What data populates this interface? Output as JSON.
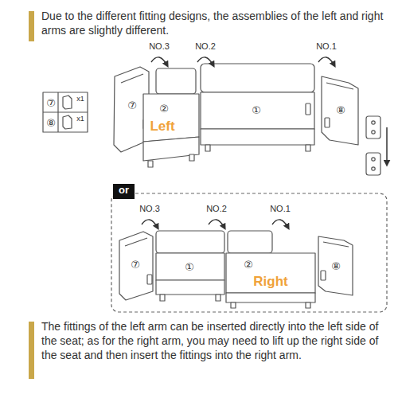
{
  "diagram": {
    "title": "Due to the different fitting designs, the assemblies of the left and right arms are slightly different.",
    "caption": "The fittings of the left arm can be inserted directly into the left side of the seat; as for the right arm, you may need to lift up the right side of the seat and then insert the fittings into the right arm.",
    "nodes": [
      {
        "text": [
          "or"
        ]
      }
    ],
    "labels": [
      "NO.3",
      "NO.2",
      "NO.1",
      "⑦",
      "x1",
      "⑧",
      "x1",
      "⑦",
      "②",
      "Left",
      "①",
      "⑧",
      "NO.3",
      "NO.2",
      "NO.1",
      "⑦",
      "①",
      "②",
      "Right",
      "⑧"
    ]
  }
}
